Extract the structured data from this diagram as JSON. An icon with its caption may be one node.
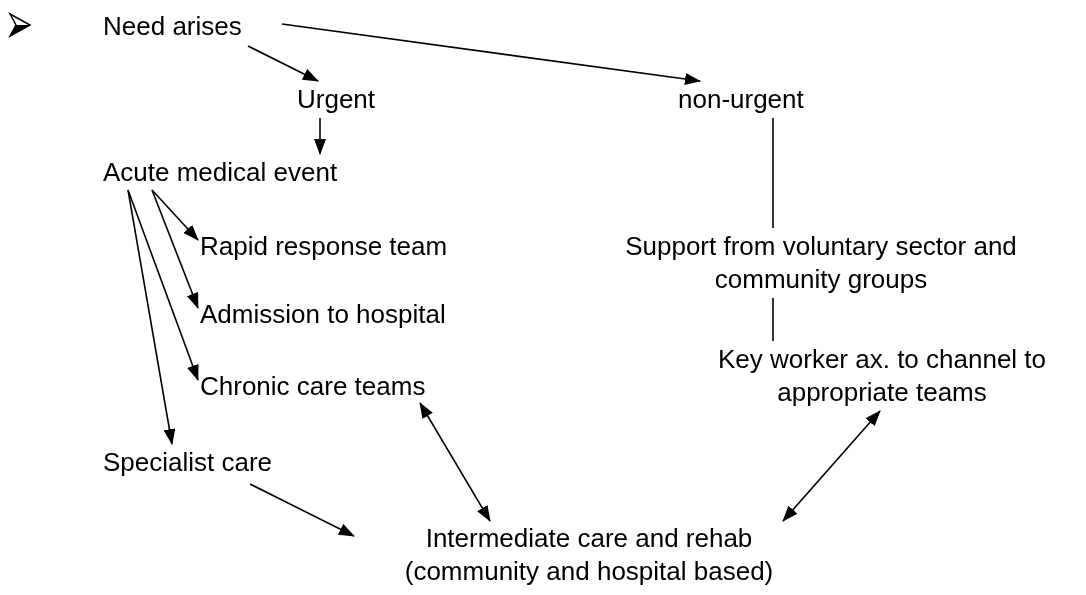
{
  "diagram": {
    "nodes": [
      {
        "text": [
          "Need arises"
        ]
      },
      {
        "text": [
          "Urgent"
        ]
      },
      {
        "text": [
          "non-urgent"
        ]
      },
      {
        "text": [
          "Acute medical event"
        ]
      },
      {
        "text": [
          "Rapid response team"
        ]
      },
      {
        "text": [
          "Support from voluntary sector and community groups"
        ]
      },
      {
        "text": [
          "Admission to hospital"
        ]
      },
      {
        "text": [
          "Key worker ax. to channel to appropriate teams"
        ]
      },
      {
        "text": [
          "Chronic care teams"
        ]
      },
      {
        "text": [
          "Specialist care"
        ]
      },
      {
        "text": [
          "Intermediate care and rehab (community and hospital based)"
        ]
      }
    ],
    "edges": [
      {
        "from": 0,
        "to": 1,
        "arrow": "to"
      },
      {
        "from": 0,
        "to": 2,
        "arrow": "to"
      },
      {
        "from": 1,
        "to": 3,
        "arrow": "to"
      },
      {
        "from": 3,
        "to": 4,
        "arrow": "to"
      },
      {
        "from": 3,
        "to": 6,
        "arrow": "to"
      },
      {
        "from": 3,
        "to": 8,
        "arrow": "to"
      },
      {
        "from": 3,
        "to": 9,
        "arrow": "to"
      },
      {
        "from": 2,
        "to": 5,
        "arrow": "none"
      },
      {
        "from": 5,
        "to": 7,
        "arrow": "none"
      },
      {
        "from": 8,
        "to": 10,
        "arrow": "both"
      },
      {
        "from": 7,
        "to": 10,
        "arrow": "both"
      },
      {
        "from": 9,
        "to": 10,
        "arrow": "to"
      }
    ]
  }
}
